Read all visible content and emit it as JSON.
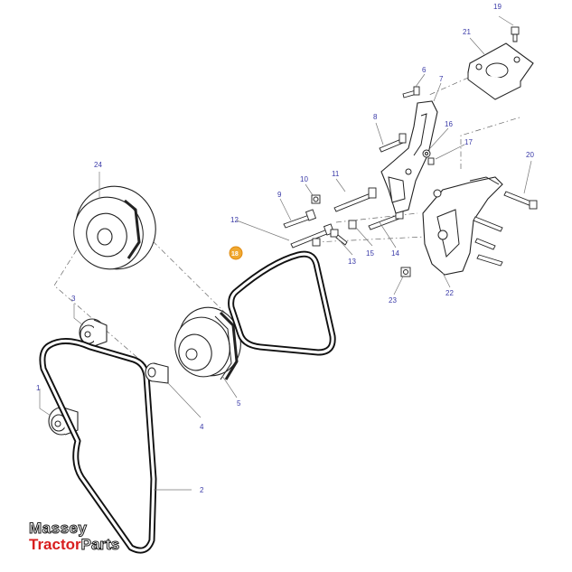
{
  "callouts": [
    {
      "id": "c1",
      "label": "1"
    },
    {
      "id": "c2",
      "label": "2"
    },
    {
      "id": "c3",
      "label": "3"
    },
    {
      "id": "c4",
      "label": "4"
    },
    {
      "id": "c5",
      "label": "5"
    },
    {
      "id": "c6",
      "label": "6"
    },
    {
      "id": "c7",
      "label": "7"
    },
    {
      "id": "c8",
      "label": "8"
    },
    {
      "id": "c9",
      "label": "9"
    },
    {
      "id": "c10",
      "label": "10"
    },
    {
      "id": "c11",
      "label": "11"
    },
    {
      "id": "c12",
      "label": "12"
    },
    {
      "id": "c13",
      "label": "13"
    },
    {
      "id": "c14",
      "label": "14"
    },
    {
      "id": "c15",
      "label": "15"
    },
    {
      "id": "c16",
      "label": "16"
    },
    {
      "id": "c17",
      "label": "17"
    },
    {
      "id": "c19",
      "label": "19"
    },
    {
      "id": "c20",
      "label": "20"
    },
    {
      "id": "c21",
      "label": "21"
    },
    {
      "id": "c22",
      "label": "22"
    },
    {
      "id": "c23",
      "label": "23"
    },
    {
      "id": "c24",
      "label": "24"
    }
  ],
  "highlighted_callout": {
    "label": "18",
    "color": "#f0a830"
  },
  "logo": {
    "line1": "Massey",
    "line2a": "Tractor",
    "line2b": "Parts",
    "accent_color": "#d81e1e"
  },
  "callout_color": "#3a3aa8"
}
